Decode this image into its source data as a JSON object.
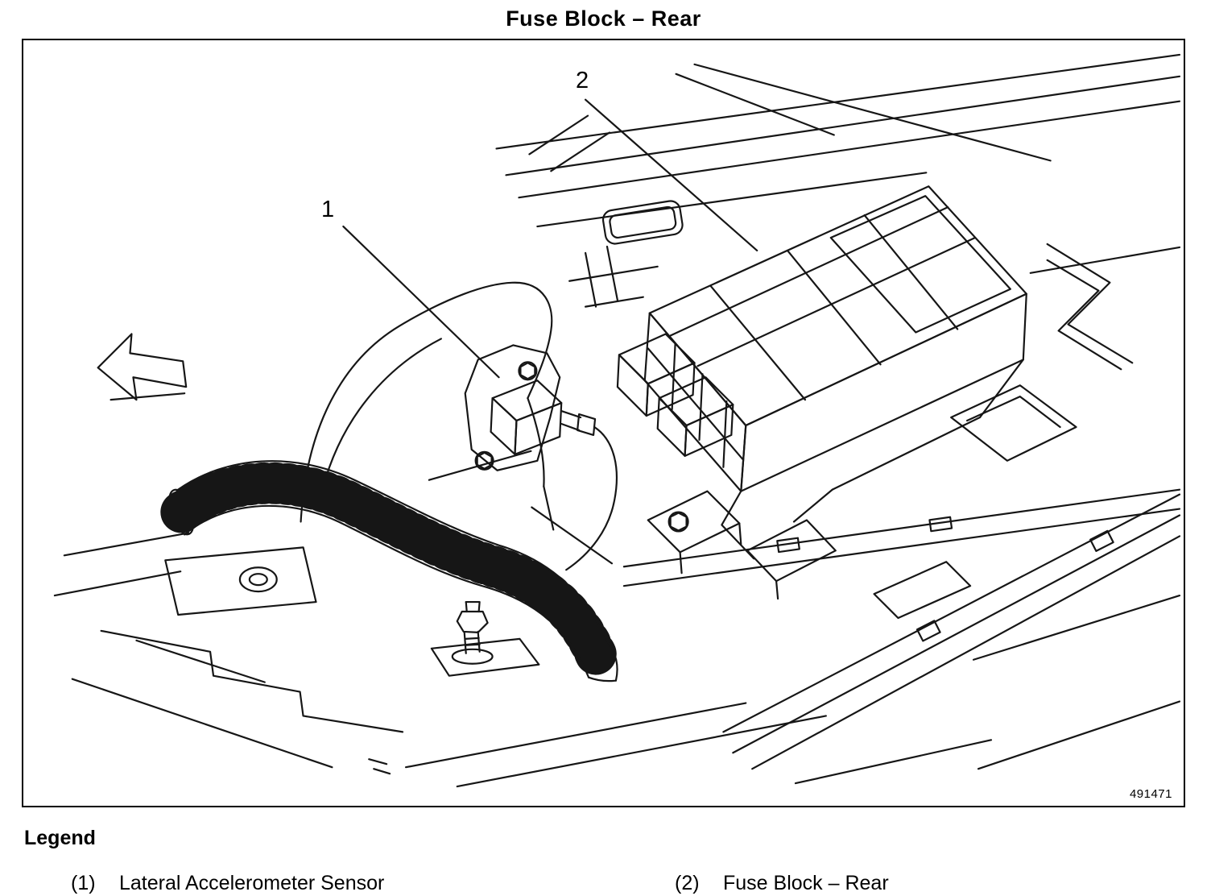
{
  "title": "Fuse Block – Rear",
  "figure": {
    "callouts": [
      {
        "number": "1"
      },
      {
        "number": "2"
      }
    ],
    "figure_number": "491471"
  },
  "legend": {
    "heading": "Legend",
    "items": [
      {
        "number": "(1)",
        "label": "Lateral Accelerometer Sensor"
      },
      {
        "number": "(2)",
        "label": "Fuse Block – Rear"
      }
    ]
  }
}
